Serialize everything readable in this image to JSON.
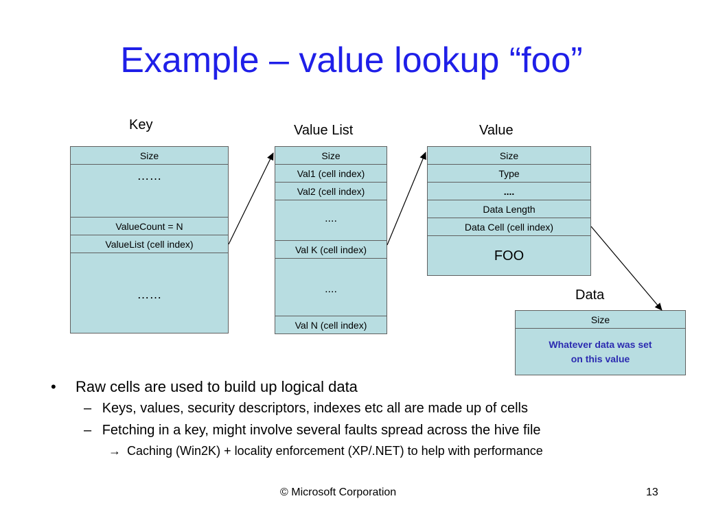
{
  "title": "Example – value lookup “foo”",
  "labels": {
    "key": "Key",
    "value_list": "Value List",
    "value": "Value",
    "data": "Data"
  },
  "key_box": {
    "size": "Size",
    "dots1": "……",
    "value_count": "ValueCount = N",
    "value_list": "ValueList (cell index)",
    "dots2": "……"
  },
  "value_list_box": {
    "size": "Size",
    "val1": "Val1 (cell index)",
    "val2": "Val2 (cell index)",
    "dots1": "....",
    "valk": "Val K (cell index)",
    "dots2": "....",
    "valn": "Val N (cell index)"
  },
  "value_box": {
    "size": "Size",
    "type": "Type",
    "dots": "....",
    "data_length": "Data Length",
    "data_cell": "Data Cell (cell index)",
    "foo": "FOO"
  },
  "data_box": {
    "size": "Size",
    "content_line1": "Whatever data was set",
    "content_line2": "on this value"
  },
  "bullets": {
    "main": "Raw cells are used to build up logical data",
    "main_marker": "•",
    "sub_marker": "–",
    "sub1": "Keys, values, security descriptors, indexes etc all are made up of cells",
    "sub2": "Fetching in a key, might involve several faults spread across the hive file",
    "arrow_marker": "→",
    "subsub": "Caching (Win2K) + locality enforcement (XP/.NET) to help with performance"
  },
  "footer": {
    "copyright": "© Microsoft Corporation",
    "page": "13"
  },
  "colors": {
    "title": "#1f1fe8",
    "box_fill": "#b8dde1",
    "data_text": "#2b2bb0"
  }
}
